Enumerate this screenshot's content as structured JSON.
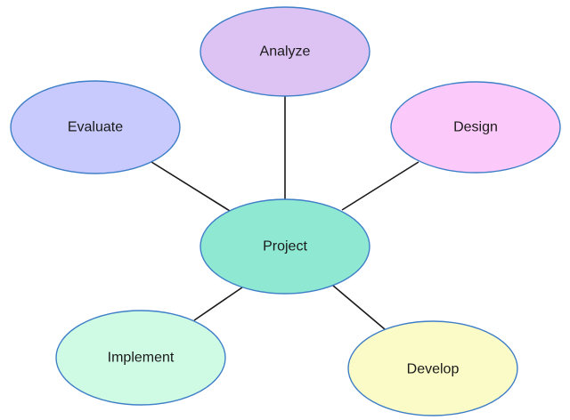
{
  "diagram": {
    "center": {
      "label": "Project",
      "fill": "#8ee8d2"
    },
    "nodes": [
      {
        "label": "Analyze",
        "fill": "#ddc3f4"
      },
      {
        "label": "Design",
        "fill": "#fccafa"
      },
      {
        "label": "Develop",
        "fill": "#fafbc6"
      },
      {
        "label": "Implement",
        "fill": "#cffbe5"
      },
      {
        "label": "Evaluate",
        "fill": "#c8cafd"
      }
    ],
    "border_color": "#3f7fc8",
    "connector_color": "#1a1a1a"
  }
}
